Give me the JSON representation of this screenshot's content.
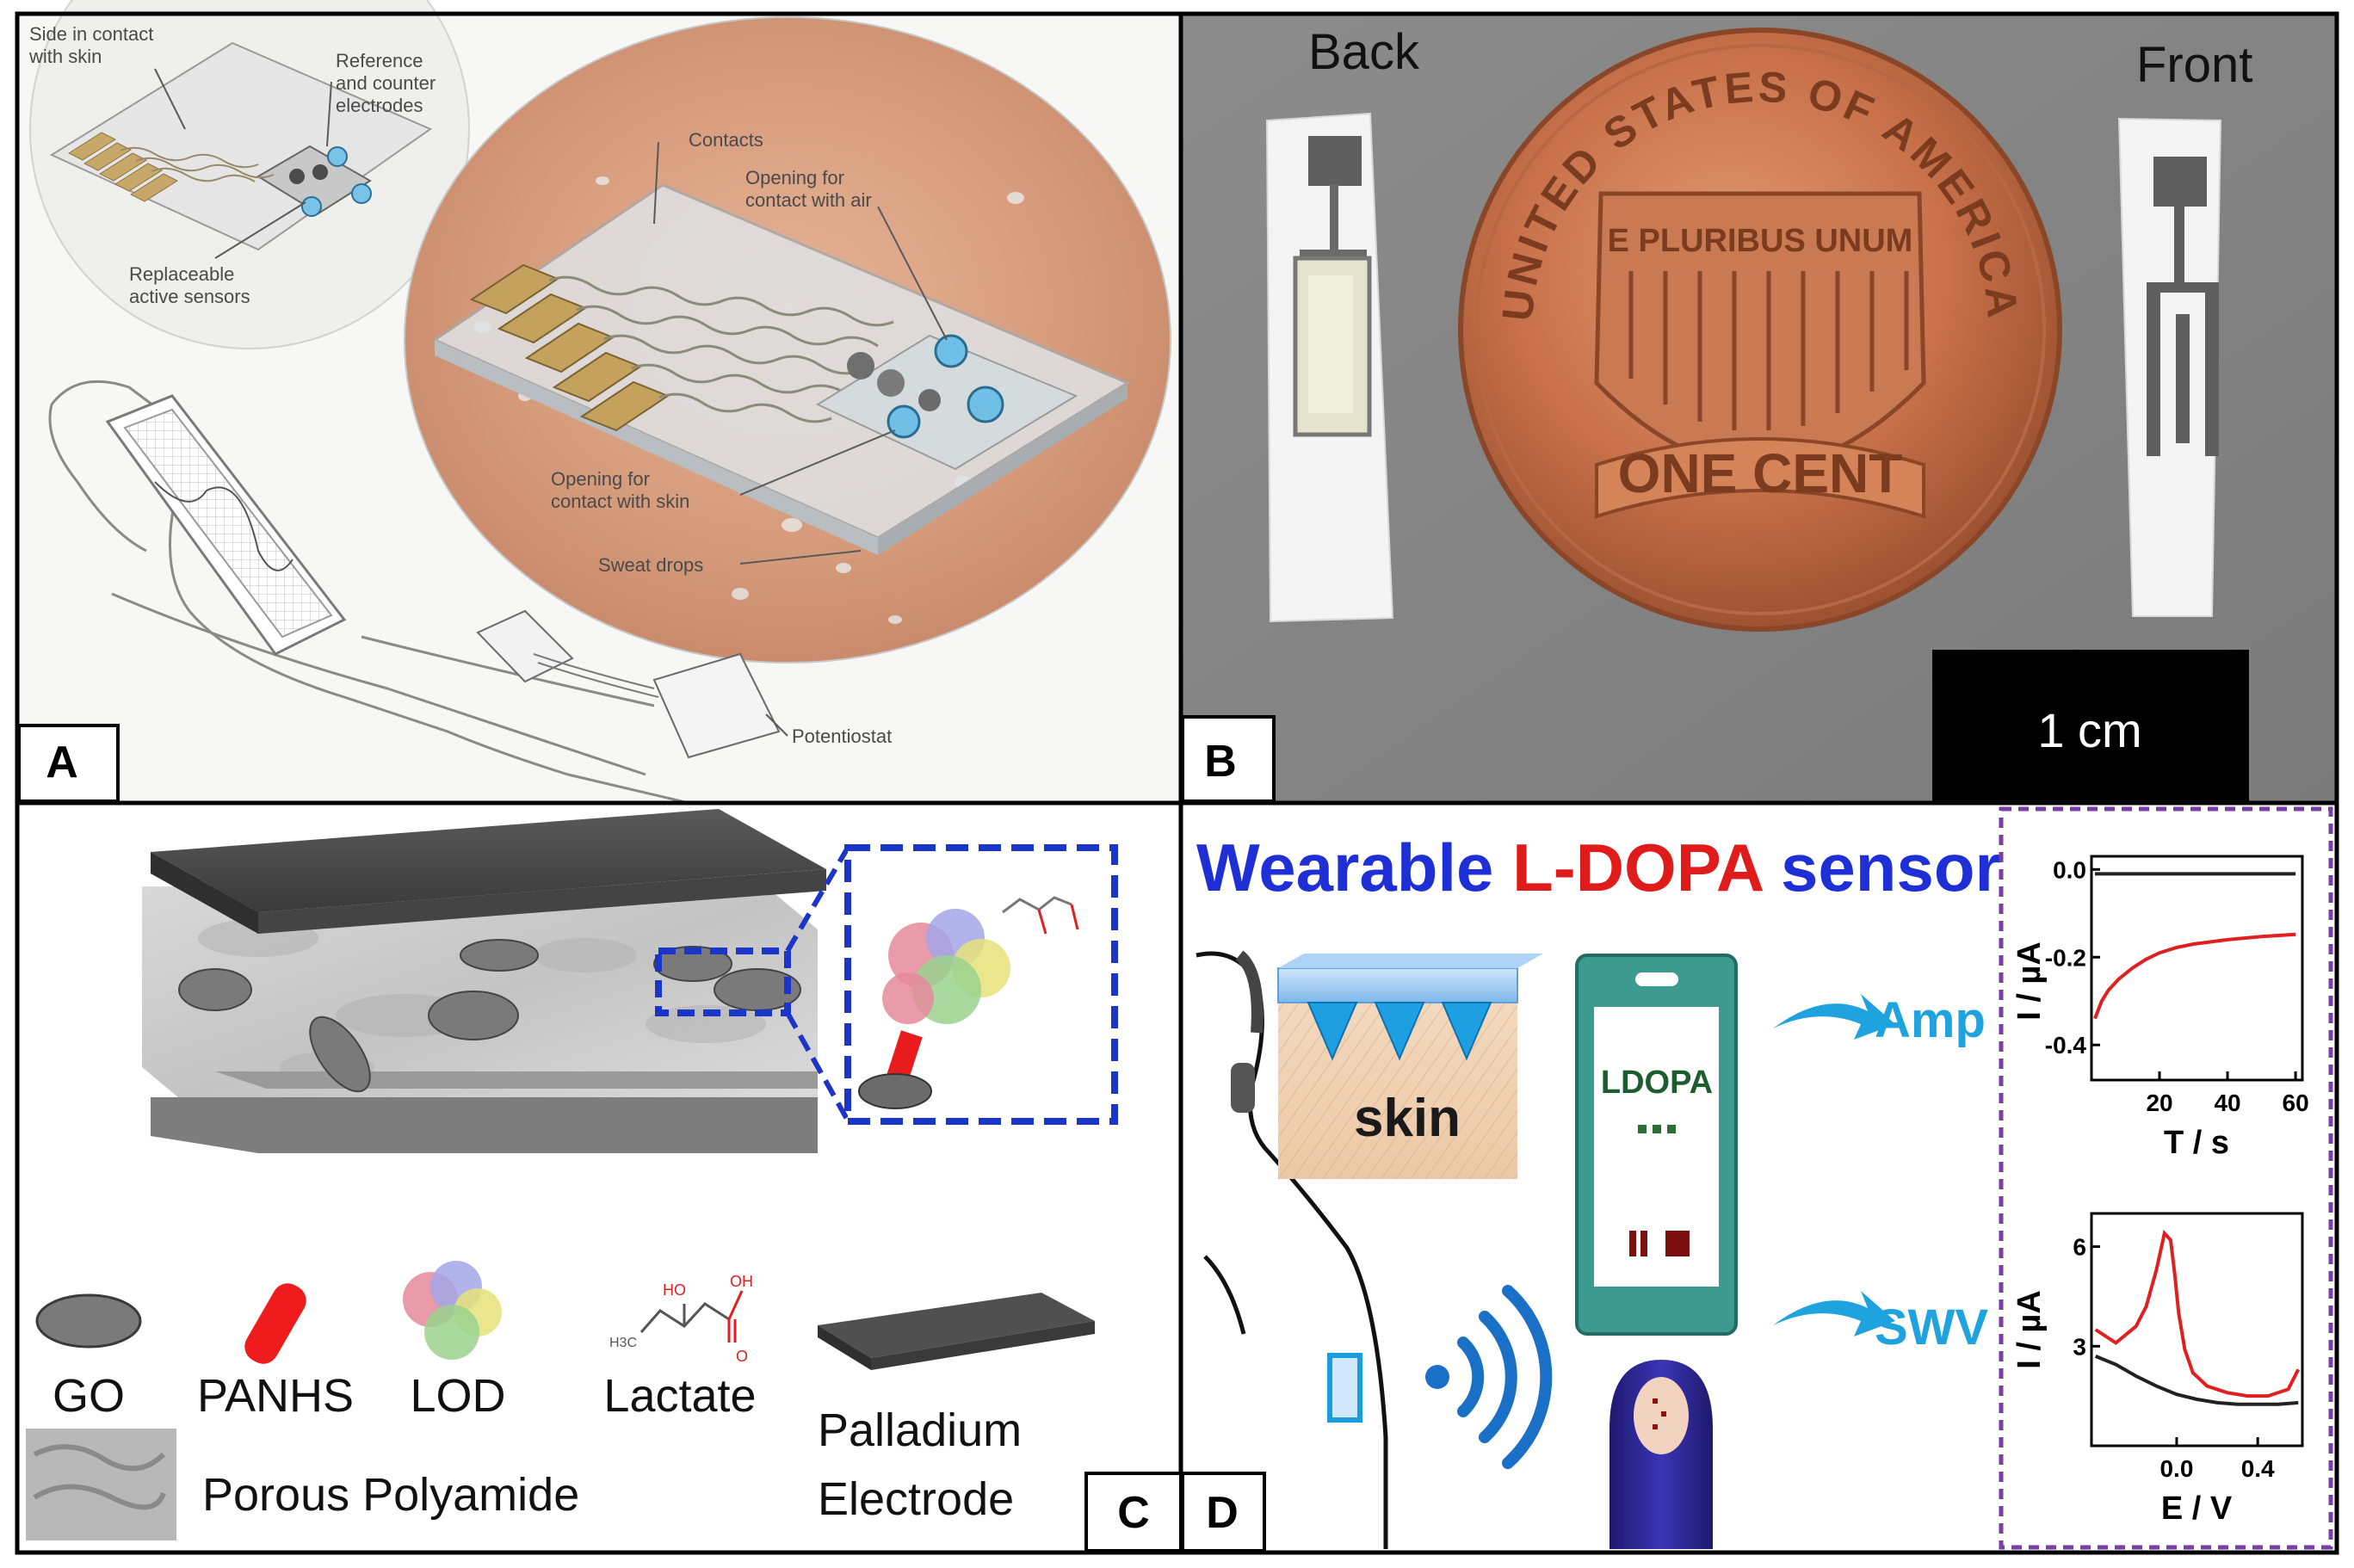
{
  "panel_labels": {
    "a": "A",
    "b": "B",
    "c": "C",
    "d": "D"
  },
  "panel_a": {
    "labels": {
      "skin_side": [
        "Side in contact",
        "with skin"
      ],
      "ref_counter": [
        "Reference",
        "and counter",
        "electrodes"
      ],
      "replaceable": [
        "Replaceable",
        "active sensors"
      ],
      "contacts": "Contacts",
      "air": [
        "Opening for",
        "contact with air"
      ],
      "skin_open": [
        "Opening for",
        "contact with skin"
      ],
      "sweat": "Sweat drops",
      "potentiostat": "Potentiostat"
    }
  },
  "panel_b": {
    "back": "Back",
    "front": "Front",
    "scale": "1 cm",
    "coin_top": "UNITED STATES OF AMERICA",
    "coin_motto": "E PLURIBUS UNUM",
    "coin_value": "ONE CENT"
  },
  "panel_c": {
    "legend": {
      "go": "GO",
      "panhs": "PANHS",
      "lod": "LOD",
      "lactate": "Lactate",
      "palladium": [
        "Palladium",
        "Electrode"
      ],
      "polyamide": "Porous Polyamide"
    },
    "chem": {
      "ho": "HO",
      "oh": "OH",
      "o": "O",
      "h3c": "H3C"
    }
  },
  "panel_d": {
    "title": {
      "part1": "Wearable ",
      "part2": "L-DOPA",
      "part3": " sensor"
    },
    "skin": "skin",
    "phone": "LDOPA",
    "amp": "Amp",
    "swv": "SWV",
    "colors": {
      "title_blue": "#1f2fd6",
      "title_red": "#e01b1b",
      "arrow_blue": "#1fa3de",
      "phone_teal": "#3d9a8f",
      "dashed_purple": "#7a3fa6"
    }
  },
  "chart_data": [
    {
      "type": "line",
      "xlabel": "T / s",
      "ylabel": "I / µA",
      "xticks": [
        "20",
        "40",
        "60"
      ],
      "yticks": [
        "0.0",
        "-0.2",
        "-0.4"
      ],
      "xlim": [
        0,
        62
      ],
      "ylim": [
        -0.48,
        0.03
      ],
      "series": [
        {
          "color": "#222222",
          "x": [
            1,
            10,
            20,
            30,
            40,
            50,
            60
          ],
          "y": [
            -0.01,
            -0.01,
            -0.01,
            -0.01,
            -0.01,
            -0.01,
            -0.01
          ]
        },
        {
          "color": "#e02020",
          "x": [
            1,
            3,
            5,
            8,
            12,
            16,
            20,
            25,
            30,
            40,
            50,
            60
          ],
          "y": [
            -0.34,
            -0.3,
            -0.275,
            -0.25,
            -0.225,
            -0.205,
            -0.19,
            -0.178,
            -0.17,
            -0.16,
            -0.153,
            -0.148
          ]
        }
      ]
    },
    {
      "type": "line",
      "xlabel": "E / V",
      "ylabel": "I / µA",
      "xticks": [
        "0.0",
        "0.4"
      ],
      "yticks": [
        "3",
        "6"
      ],
      "xlim": [
        -0.42,
        0.62
      ],
      "ylim": [
        0,
        7
      ],
      "series": [
        {
          "color": "#e02020",
          "x": [
            -0.4,
            -0.3,
            -0.2,
            -0.15,
            -0.1,
            -0.06,
            -0.03,
            -0.01,
            0.01,
            0.04,
            0.08,
            0.15,
            0.25,
            0.35,
            0.45,
            0.55,
            0.6
          ],
          "y": [
            3.5,
            3.1,
            3.6,
            4.2,
            5.3,
            6.4,
            6.2,
            5.2,
            4.0,
            2.9,
            2.2,
            1.8,
            1.6,
            1.5,
            1.5,
            1.7,
            2.3
          ]
        },
        {
          "color": "#222222",
          "x": [
            -0.4,
            -0.3,
            -0.2,
            -0.1,
            0.0,
            0.1,
            0.2,
            0.3,
            0.4,
            0.5,
            0.6
          ],
          "y": [
            2.7,
            2.45,
            2.1,
            1.8,
            1.55,
            1.4,
            1.3,
            1.25,
            1.25,
            1.25,
            1.3
          ]
        }
      ]
    }
  ]
}
